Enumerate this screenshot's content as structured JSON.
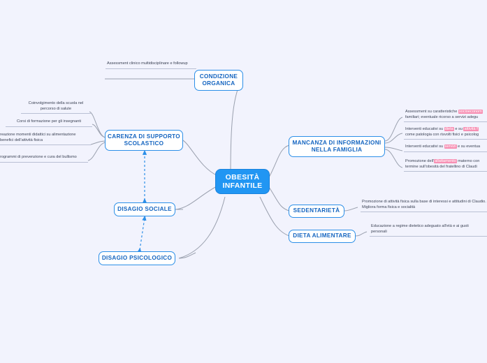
{
  "diagram": {
    "type": "mind-map",
    "background": "#f2f3fd",
    "accent": "#2196f3",
    "node_border": "#2c8fe8",
    "node_text": "#1565c0",
    "highlight": "#f78fb3",
    "wire": "#9aa0ae"
  },
  "center": {
    "label_line1": "OBESITÀ",
    "label_line2": "INFANTILE"
  },
  "branches": [
    {
      "id": "condizione-organica",
      "label": "CONDIZIONE\nORGANICA",
      "label_line1": "CONDIZIONE",
      "label_line2": "ORGANICA"
    },
    {
      "id": "carenza-supporto-scolastico",
      "label_line1": "CARENZA DI SUPPORTO",
      "label_line2": "SCOLASTICO"
    },
    {
      "id": "disagio-sociale",
      "label_line1": "DISAGIO SOCIALE",
      "label_line2": ""
    },
    {
      "id": "disagio-psicologico",
      "label_line1": "DISAGIO PSICOLOGICO",
      "label_line2": ""
    },
    {
      "id": "mancanza-informazioni-famiglia",
      "label_line1": "MANCANZA DI INFORMAZIONI",
      "label_line2": "NELLA FAMIGLIA"
    },
    {
      "id": "sedentarieta",
      "label_line1": "SEDENTARIETÀ",
      "label_line2": ""
    },
    {
      "id": "dieta-alimentare",
      "label_line1": "DIETA ALIMENTARE",
      "label_line2": ""
    }
  ],
  "notes": {
    "organica_followup": "Assessment clinico multidisciplinare e followup",
    "scuola_coinvolgimento": "Coinvolgimento della scuola nel percorso di salute",
    "corsi_formazione": "Corsi di formazione per gli insegnanti",
    "momenti_didattici": "reazione momenti didattici su alimentazione benefici dell'attività fisica",
    "programmi_bullismo": "rogrammi di prevenzione e cura del bullismo",
    "famiglia_assessment_pre": "Assessment su caratteristiche ",
    "famiglia_assessment_hl": "socioeconom",
    "famiglia_assessment_post": "familiari; eventuale ricorso a servizi adegu",
    "famiglia_dieta_pre": "Interventi educativi su ",
    "famiglia_dieta_hl": "dieta",
    "famiglia_dieta_mid": " e su ",
    "famiglia_attivita_hl": "attività f",
    "famiglia_dieta_post": "come patologia con risvolti fisici e psicolog",
    "famiglia_servizi_pre": "Interventi educativi su ",
    "famiglia_servizi_hl": "servizi",
    "famiglia_servizi_post": " e su eventua",
    "famiglia_allattamento_pre": "Promozione dell'",
    "famiglia_allattamento_hl": "allattamento",
    "famiglia_allattamento_post": " materno con termine sull'obesità del fratellino di Claudi",
    "sedentarieta_nota": "Promozione di attività fisica sulla base di interessi e attitudini di Claudio. Migliora forma fisica e socialità",
    "dieta_nota": "Educazione a regime dietetico adeguato all'età  e ai gusti personali"
  }
}
